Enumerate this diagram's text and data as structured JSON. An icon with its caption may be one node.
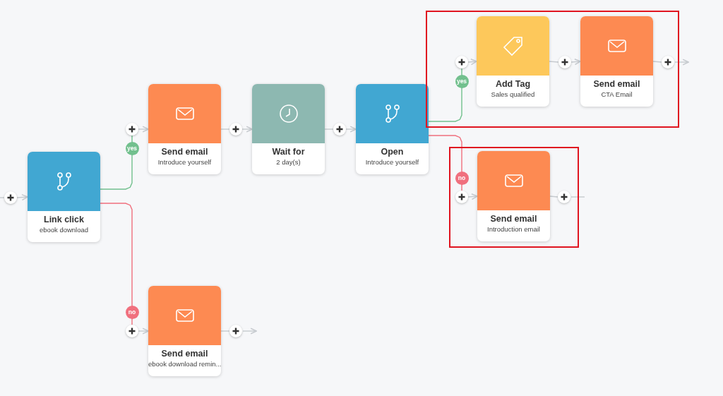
{
  "diagram": {
    "nodes": [
      {
        "text": [],
        "shape": "circle"
      },
      {
        "text": [
          "Link click",
          "ebook download"
        ]
      },
      {
        "text": [],
        "shape": "circle"
      },
      {
        "text": [
          "Send email",
          "Introduce yourself"
        ]
      },
      {
        "text": [],
        "shape": "circle"
      },
      {
        "text": [
          "Wait for",
          "2 day(s)"
        ]
      },
      {
        "text": [],
        "shape": "circle"
      },
      {
        "text": [
          "Open",
          "Introduce yourself"
        ]
      },
      {
        "text": [],
        "shape": "box"
      },
      {
        "text": [],
        "shape": "circle",
        "in": 8
      },
      {
        "text": [
          "Add Tag",
          "Sales qualified"
        ],
        "in": 8
      },
      {
        "text": [],
        "shape": "circle",
        "in": 8
      },
      {
        "text": [
          "Send email",
          "CTA Email"
        ],
        "in": 8
      },
      {
        "text": [],
        "shape": "circle",
        "in": 8
      },
      {
        "text": [],
        "shape": "box"
      },
      {
        "text": [],
        "shape": "circle",
        "in": 14
      },
      {
        "text": [
          "Send email",
          "Introduction email"
        ],
        "in": 14
      },
      {
        "text": [],
        "shape": "circle",
        "in": 14
      },
      {
        "text": [],
        "shape": "circle"
      },
      {
        "text": [
          "Send email",
          "ebook download remin..."
        ]
      },
      {
        "text": [],
        "shape": "circle"
      }
    ],
    "edges": [
      {
        "from": null,
        "to": 0,
        "arrow": "none"
      },
      {
        "from": 0,
        "to": 1,
        "arrow": "to"
      },
      {
        "from": 1,
        "to": 2,
        "arrow": "none",
        "label": "yes",
        "color": "#72c08e"
      },
      {
        "from": 1,
        "to": 18,
        "arrow": "none",
        "label": "no",
        "color": "#f0707e"
      },
      {
        "from": 2,
        "to": 3,
        "arrow": "to"
      },
      {
        "from": 3,
        "to": 4,
        "arrow": "none"
      },
      {
        "from": 4,
        "to": 5,
        "arrow": "to"
      },
      {
        "from": 5,
        "to": 6,
        "arrow": "none"
      },
      {
        "from": 6,
        "to": 7,
        "arrow": "to"
      },
      {
        "from": 7,
        "to": 9,
        "arrow": "none",
        "label": "yes",
        "color": "#72c08e"
      },
      {
        "from": 7,
        "to": 15,
        "arrow": "none",
        "label": "no",
        "color": "#f0707e"
      },
      {
        "from": 9,
        "to": 10,
        "arrow": "to"
      },
      {
        "from": 10,
        "to": 11,
        "arrow": "none"
      },
      {
        "from": 11,
        "to": 12,
        "arrow": "to"
      },
      {
        "from": 12,
        "to": 13,
        "arrow": "none"
      },
      {
        "from": 13,
        "to": null,
        "arrow": "to"
      },
      {
        "from": 15,
        "to": 16,
        "arrow": "to"
      },
      {
        "from": 16,
        "to": 17,
        "arrow": "none"
      },
      {
        "from": 17,
        "to": null,
        "arrow": "none"
      },
      {
        "from": 18,
        "to": 19,
        "arrow": "to"
      },
      {
        "from": 19,
        "to": 20,
        "arrow": "none"
      },
      {
        "from": 20,
        "to": null,
        "arrow": "to"
      }
    ]
  }
}
